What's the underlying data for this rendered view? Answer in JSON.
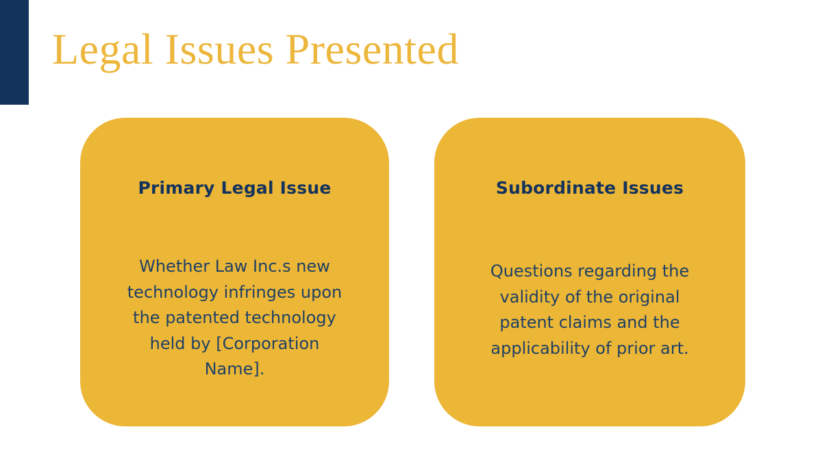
{
  "slide": {
    "title": "Legal Issues Presented",
    "cards": [
      {
        "title": "Primary Legal Issue",
        "body": "Whether Law Inc.s new\ntechnology infringes upon\nthe patented technology\nheld by [Corporation\nName]."
      },
      {
        "title": "Subordinate Issues",
        "body": "Questions regarding the\nvalidity of the original\npatent claims and the\napplicability of prior art."
      }
    ],
    "colors": {
      "background": "#ffffff",
      "accent_navy": "#14335c",
      "title_gold": "#edb63c",
      "card_yellow": "#ecb637",
      "heading_navy": "#14335c",
      "body_navy": "#1f4164"
    }
  }
}
